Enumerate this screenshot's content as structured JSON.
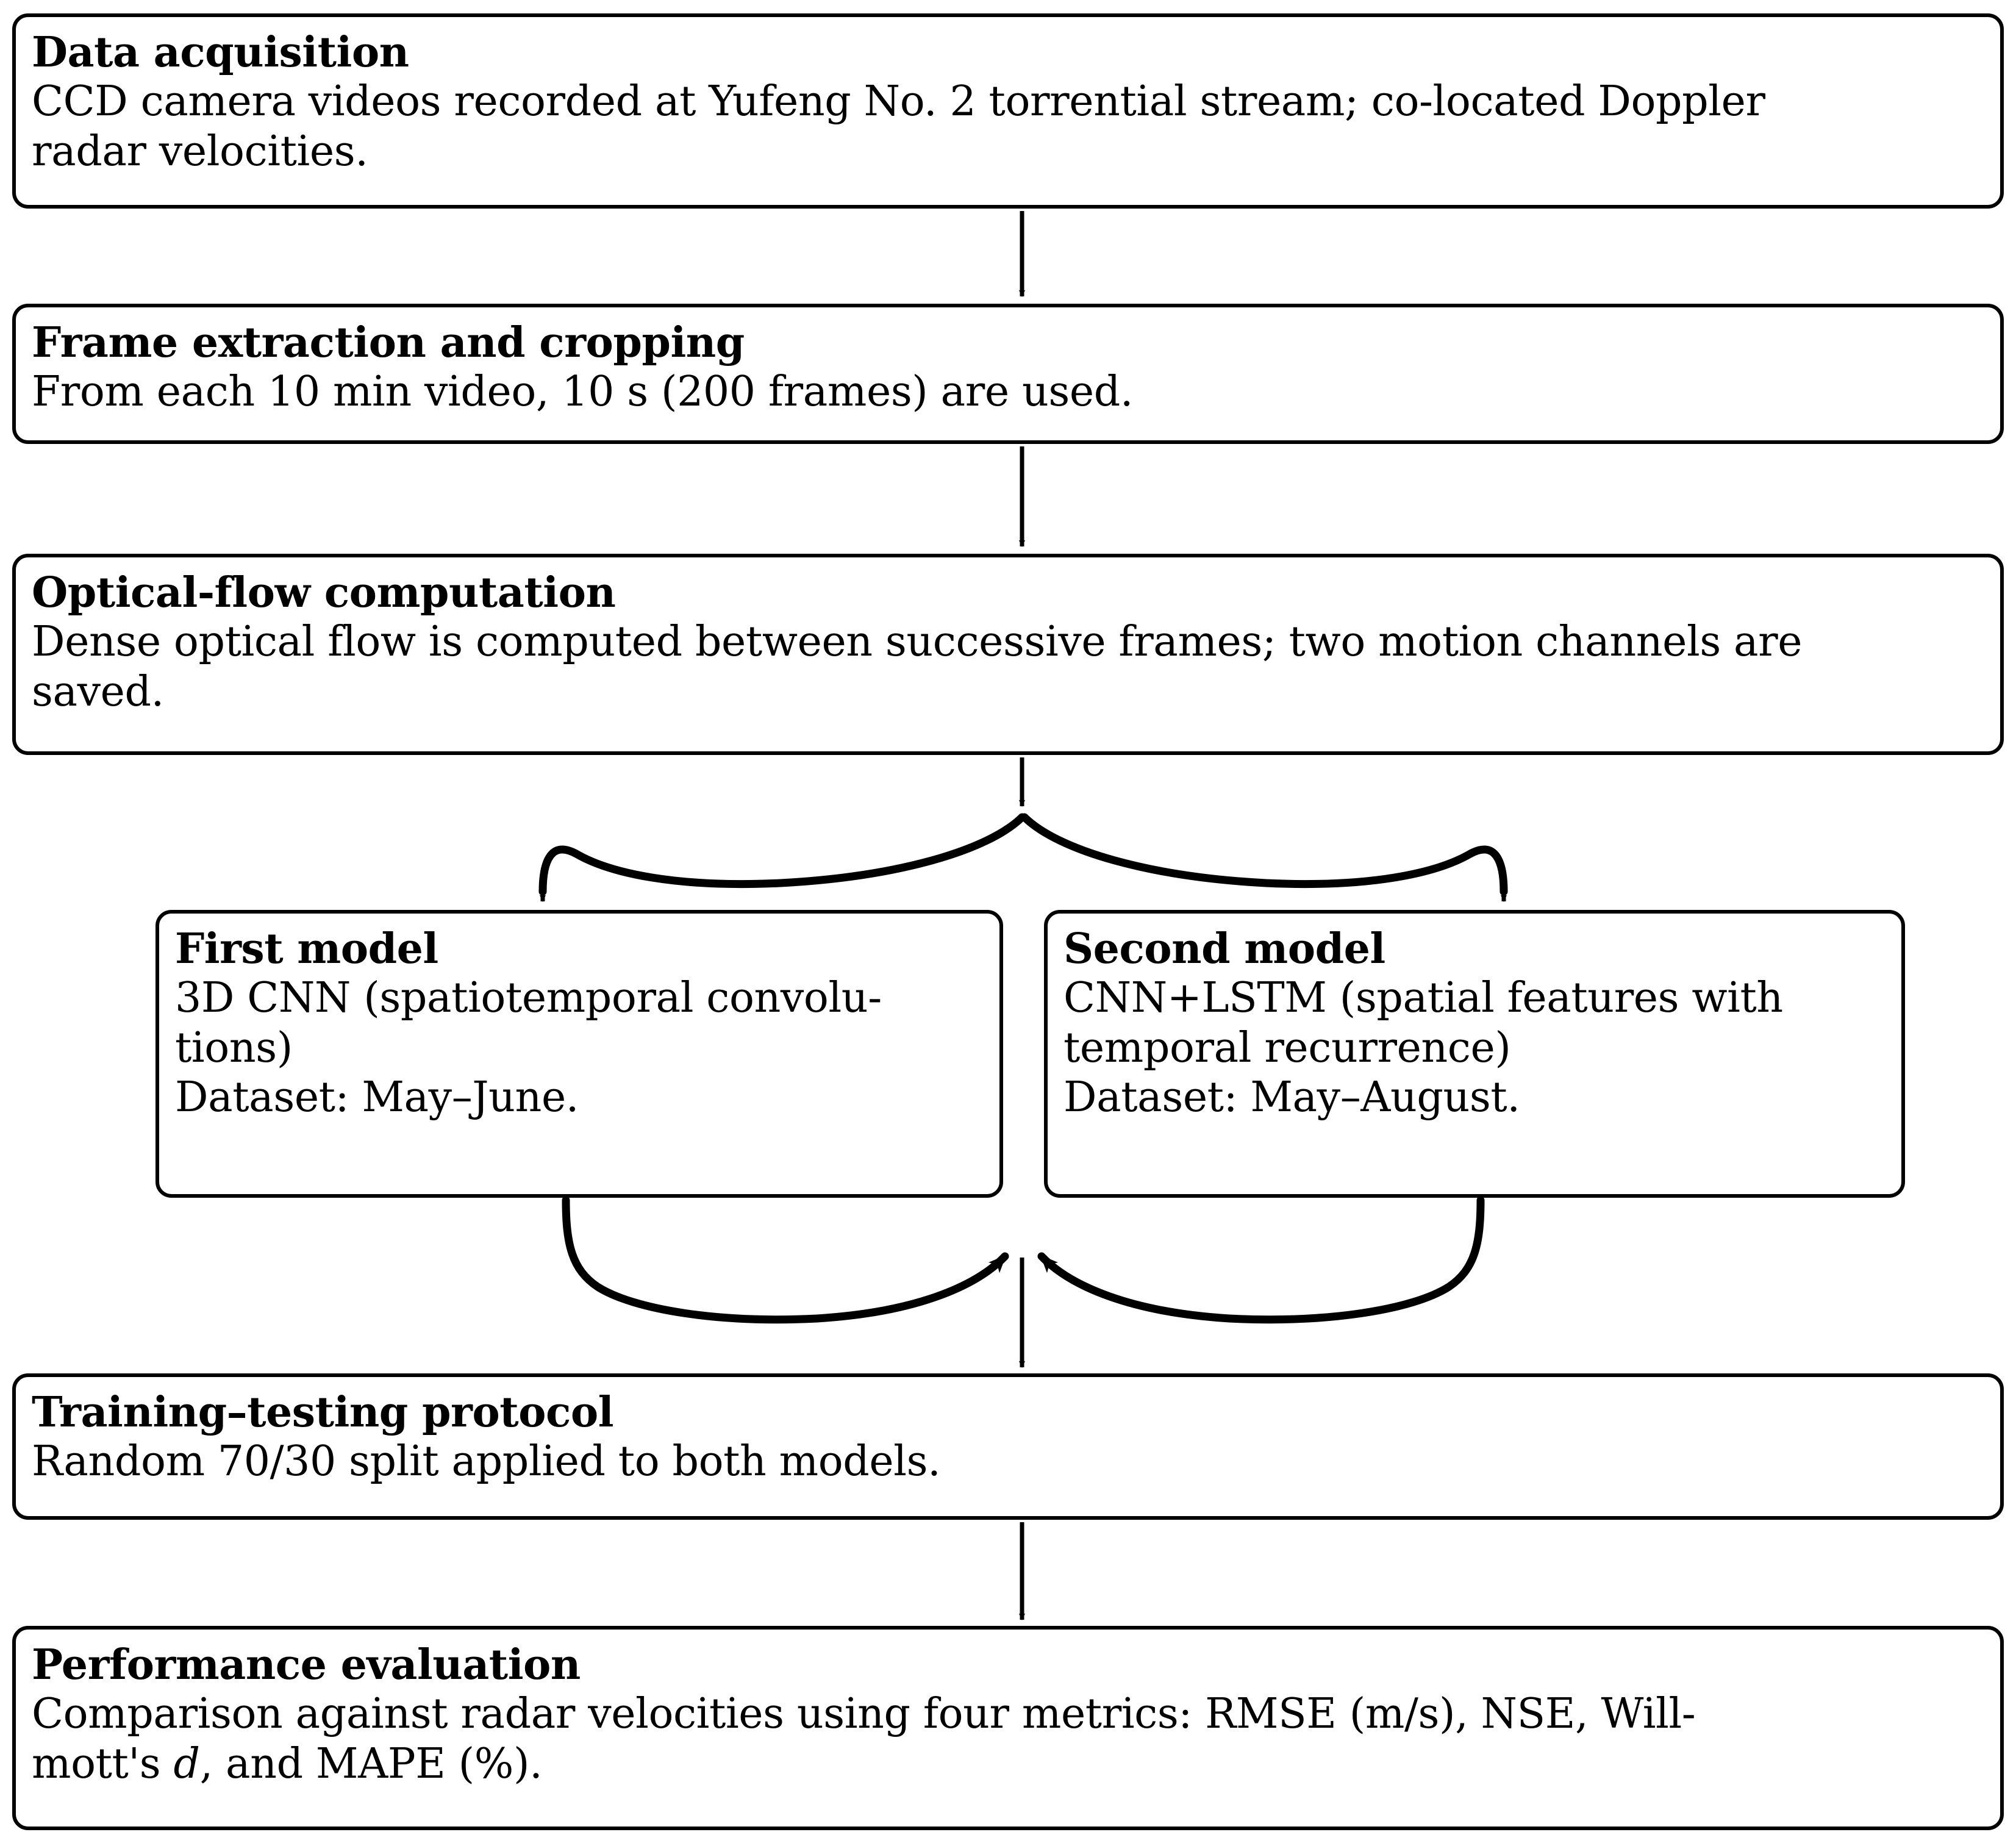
{
  "diagram": {
    "title": "Methodology flowchart",
    "type": "flowchart",
    "orientation": "top-to-bottom",
    "accent_color": "#000000",
    "background_color": "#ffffff"
  },
  "nodes": {
    "data_acquisition": {
      "title": "Data acquisition",
      "line1": "CCD camera videos recorded at Yufeng No. 2 torrential stream; co-located Doppler",
      "line2": "radar velocities."
    },
    "frame_extraction": {
      "title": "Frame extraction and cropping",
      "line1": "From each 10 min video, 10 s (200 frames) are used."
    },
    "optical_flow": {
      "title": "Optical-flow computation",
      "line1": "Dense optical flow is computed between successive frames; two motion channels are",
      "line2": "saved."
    },
    "first_model": {
      "title": "First model",
      "line1": "3D CNN (spatiotemporal convolu-",
      "line2": "tions)",
      "line3": "Dataset:  May–June."
    },
    "second_model": {
      "title": "Second model",
      "line1": "CNN+LSTM (spatial features with",
      "line2": "temporal recurrence)",
      "line3": "Dataset:  May–August."
    },
    "training_testing": {
      "title": "Training–testing protocol",
      "line1": "Random 70/30 split applied to both models."
    },
    "performance_evaluation": {
      "title": "Performance evaluation",
      "line1_a": "Comparison against radar velocities using four metrics: RMSE (m/s), NSE, Will-",
      "line2_a": "mott's ",
      "line2_italic": "d",
      "line2_b": ", and MAPE (%)."
    }
  },
  "connectors": [
    {
      "name": "acquisition-to-extraction",
      "kind": "straight-arrow-down"
    },
    {
      "name": "extraction-to-optical-flow",
      "kind": "straight-arrow-down"
    },
    {
      "name": "optical-flow-to-split",
      "kind": "straight-arrow-down"
    },
    {
      "name": "split-to-first-model",
      "kind": "curved-arrow-left-down"
    },
    {
      "name": "split-to-second-model",
      "kind": "curved-arrow-right-down"
    },
    {
      "name": "first-model-to-merge",
      "kind": "curved-arrow-right-up"
    },
    {
      "name": "second-model-to-merge",
      "kind": "curved-arrow-left-up"
    },
    {
      "name": "merge-to-training",
      "kind": "straight-arrow-down"
    },
    {
      "name": "training-to-performance",
      "kind": "straight-arrow-down"
    }
  ]
}
